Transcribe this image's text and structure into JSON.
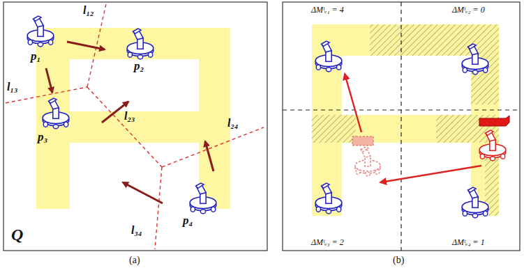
{
  "diagram": {
    "labels": [
      "l₁₂",
      "p₁",
      "p₂",
      "l₁₃",
      "p₃",
      "l₂₃",
      "l₂₄",
      "l₃₄",
      "p₄",
      "Q",
      "(a)",
      "ΔMᵗᵥ₁ = 4",
      "ΔMᵗᵥ₂ = 0",
      "ΔMᵗᵥ₃ = 2",
      "ΔMᵗᵥ₄ = 1",
      "(b)"
    ]
  }
}
